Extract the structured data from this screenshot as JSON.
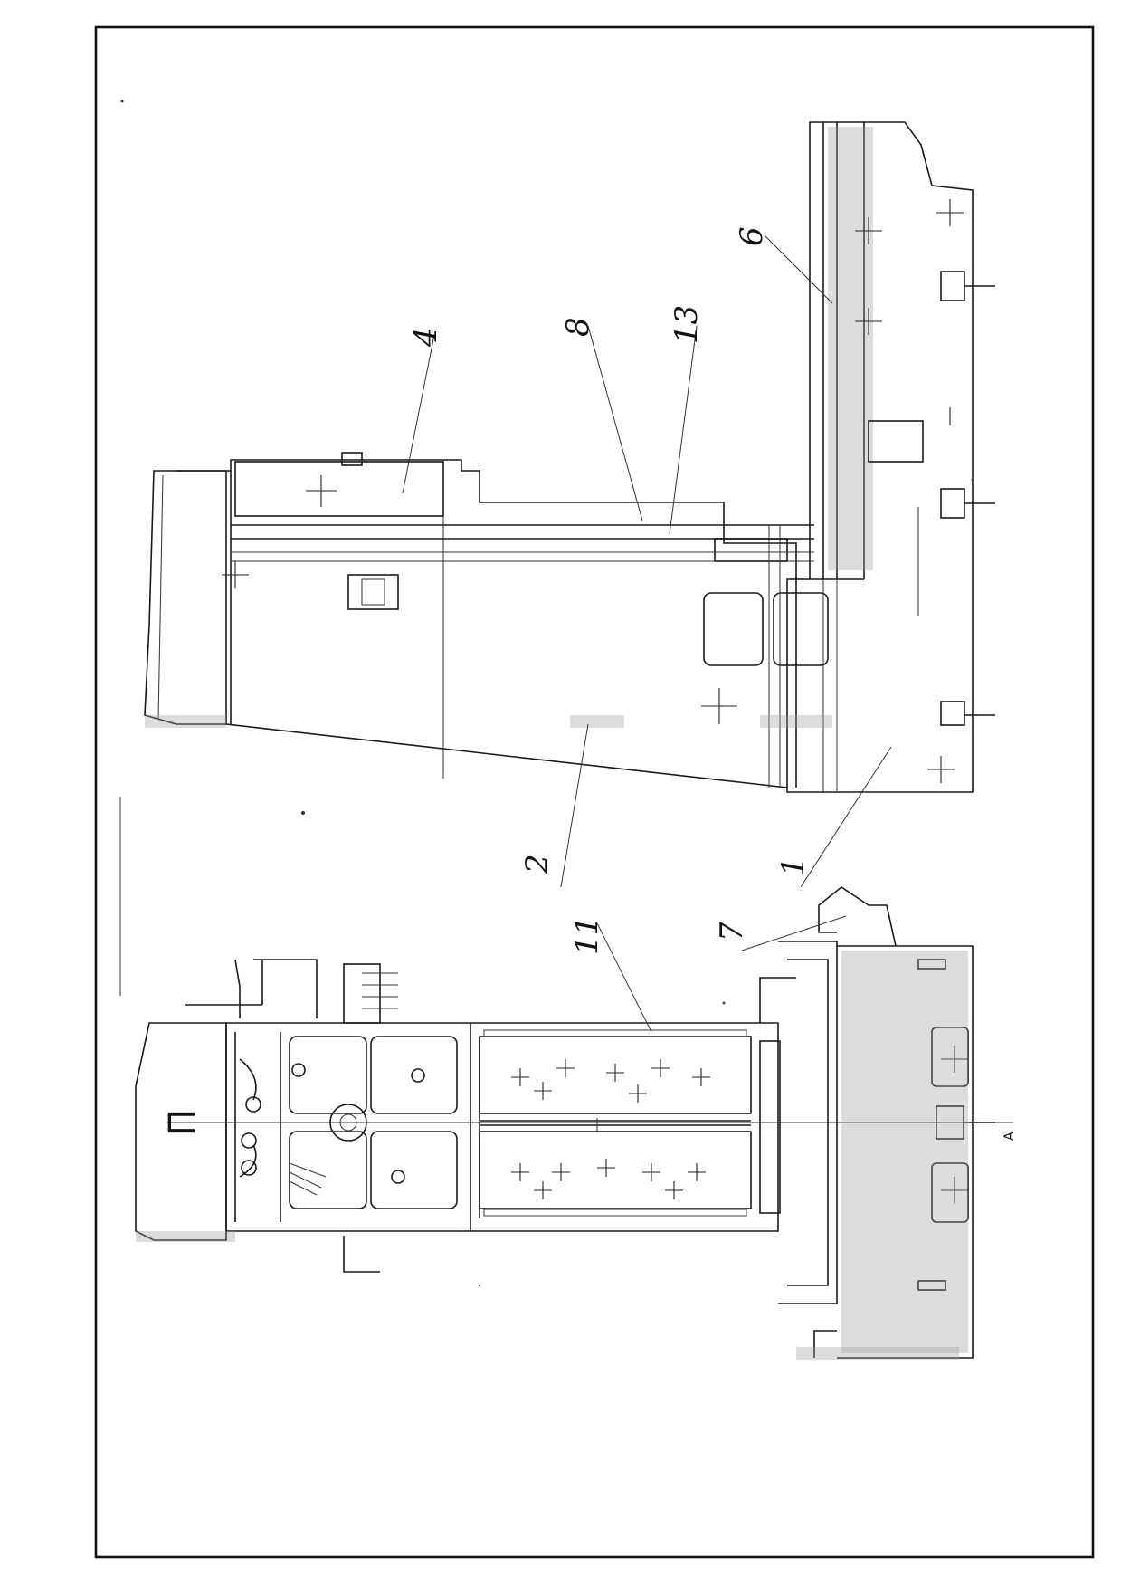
{
  "drawing": {
    "callouts": [
      "4",
      "8",
      "13",
      "6",
      "2",
      "1",
      "11",
      "7"
    ],
    "section_mark": "П",
    "arrow_mark": "А"
  }
}
